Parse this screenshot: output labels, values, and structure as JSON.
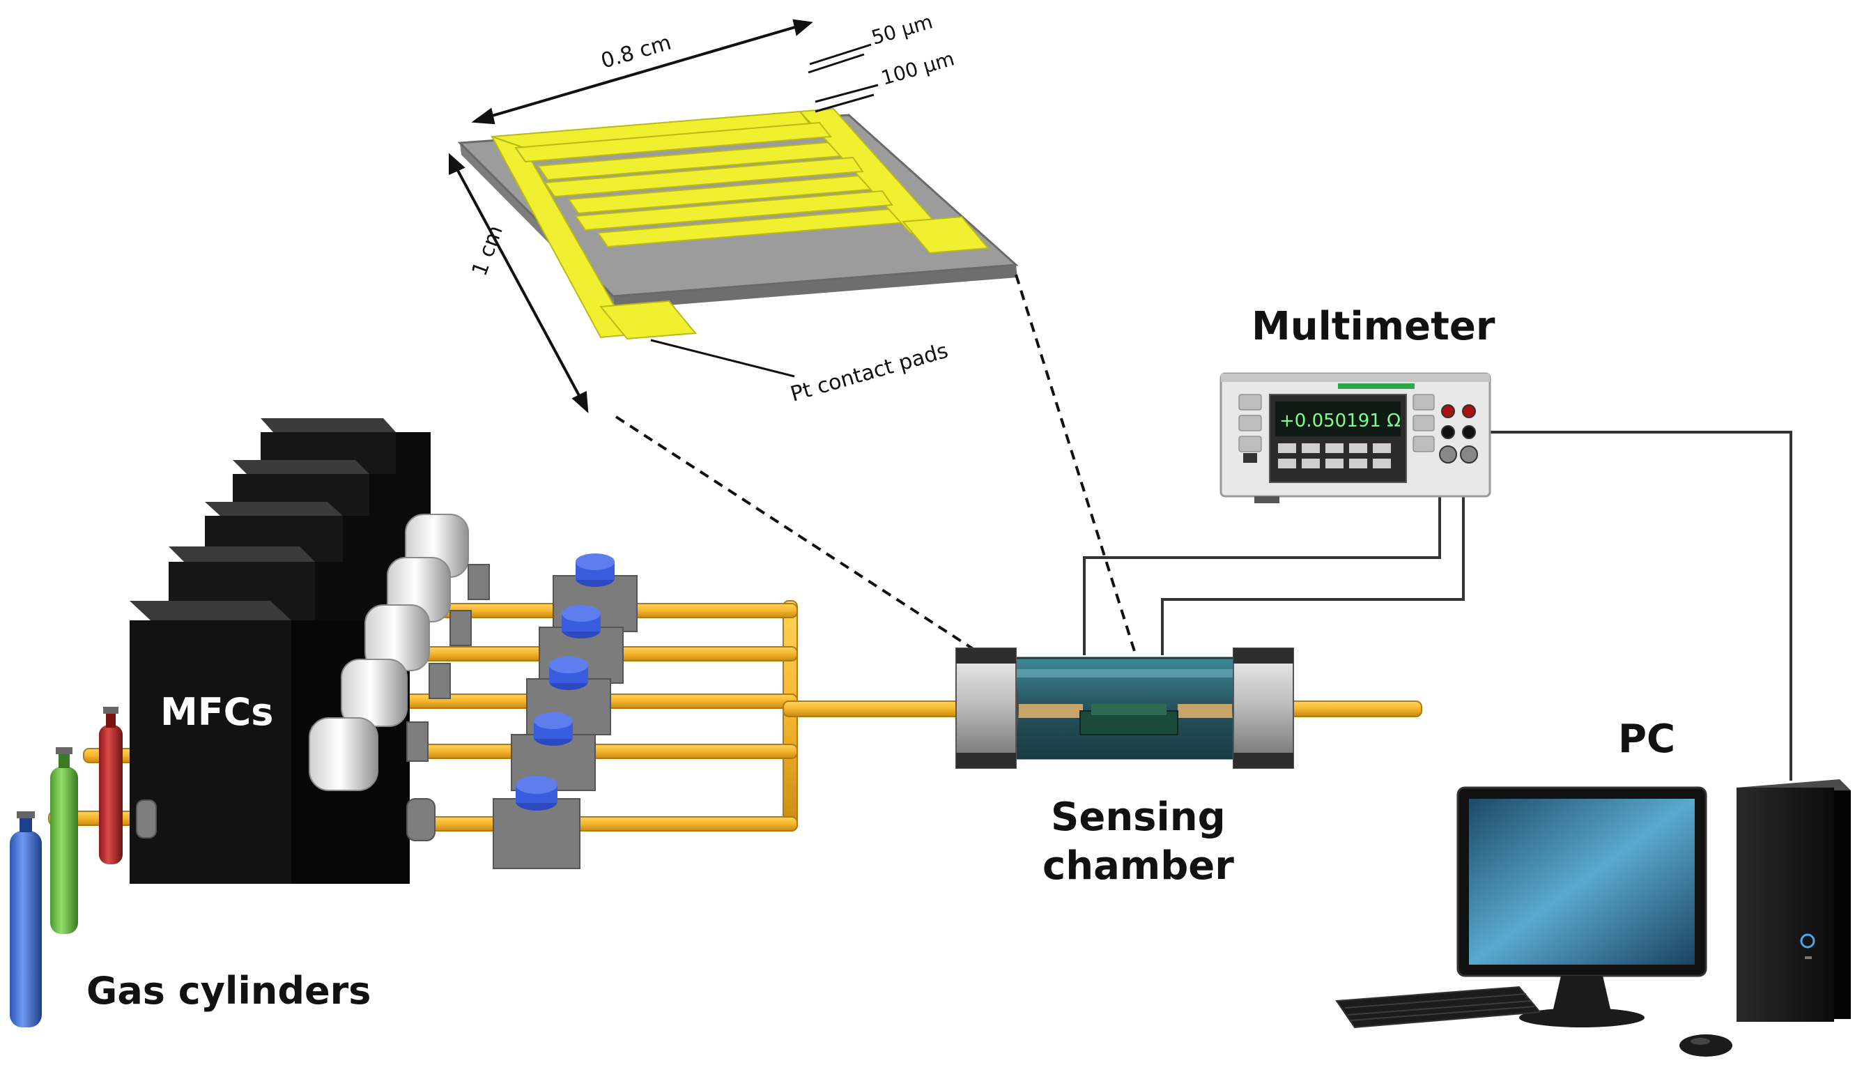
{
  "labels": {
    "gas_cylinders": "Gas cylinders",
    "mfcs": "MFCs",
    "sensing_chamber_line1": "Sensing",
    "sensing_chamber_line2": "chamber",
    "multimeter": "Multimeter",
    "pc": "PC"
  },
  "sensor": {
    "width_dim": "0.8 cm",
    "height_dim": "1 cm",
    "gap_dim": "50 μm",
    "finger_dim": "100 μm",
    "pads_label": "Pt contact pads"
  },
  "multimeter_display": {
    "reading": "+0.050191 Ω"
  },
  "colors": {
    "electrode": "#f0f030",
    "substrate": "#9c9c9c",
    "tube": "#f5b52e",
    "mfc_body": "#1a1a1a",
    "valve_knob": "#3a5de0",
    "chamber_glass": "#2f6a78",
    "cylinder_blue": "#3f6fd0",
    "cylinder_green": "#6cc04a",
    "cylinder_red": "#b72a2a"
  },
  "icons": [
    "gas-cylinder-icon",
    "mfc-unit-icon",
    "valve-icon",
    "multimeter-icon",
    "monitor-icon",
    "pc-tower-icon",
    "keyboard-icon",
    "mouse-icon"
  ]
}
